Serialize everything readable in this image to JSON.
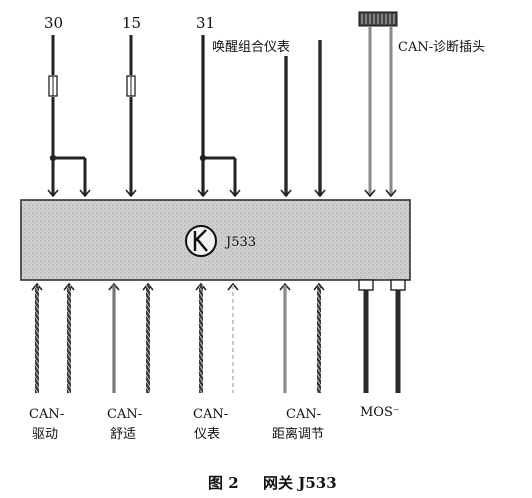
{
  "pins_top": [
    {
      "id": "t30",
      "label": "30"
    },
    {
      "id": "t15",
      "label": "15"
    },
    {
      "id": "t31",
      "label": "31"
    }
  ],
  "top_labels": {
    "wakeup": "唤醒组合仪表",
    "diag": "CAN-诊断插头"
  },
  "module": {
    "name": "J533"
  },
  "bottom_labels": {
    "drive": {
      "line1": "CAN-",
      "line2": "驱动"
    },
    "comfort": {
      "line1": "CAN-",
      "line2": "舒适"
    },
    "instrument": {
      "line1": "CAN-",
      "line2": "仪表"
    },
    "distance": {
      "line1": "CAN-",
      "line2": "距离调节"
    },
    "mos": "MOS⁻"
  },
  "caption": {
    "figure": "图 2",
    "text": "网关 J533"
  }
}
